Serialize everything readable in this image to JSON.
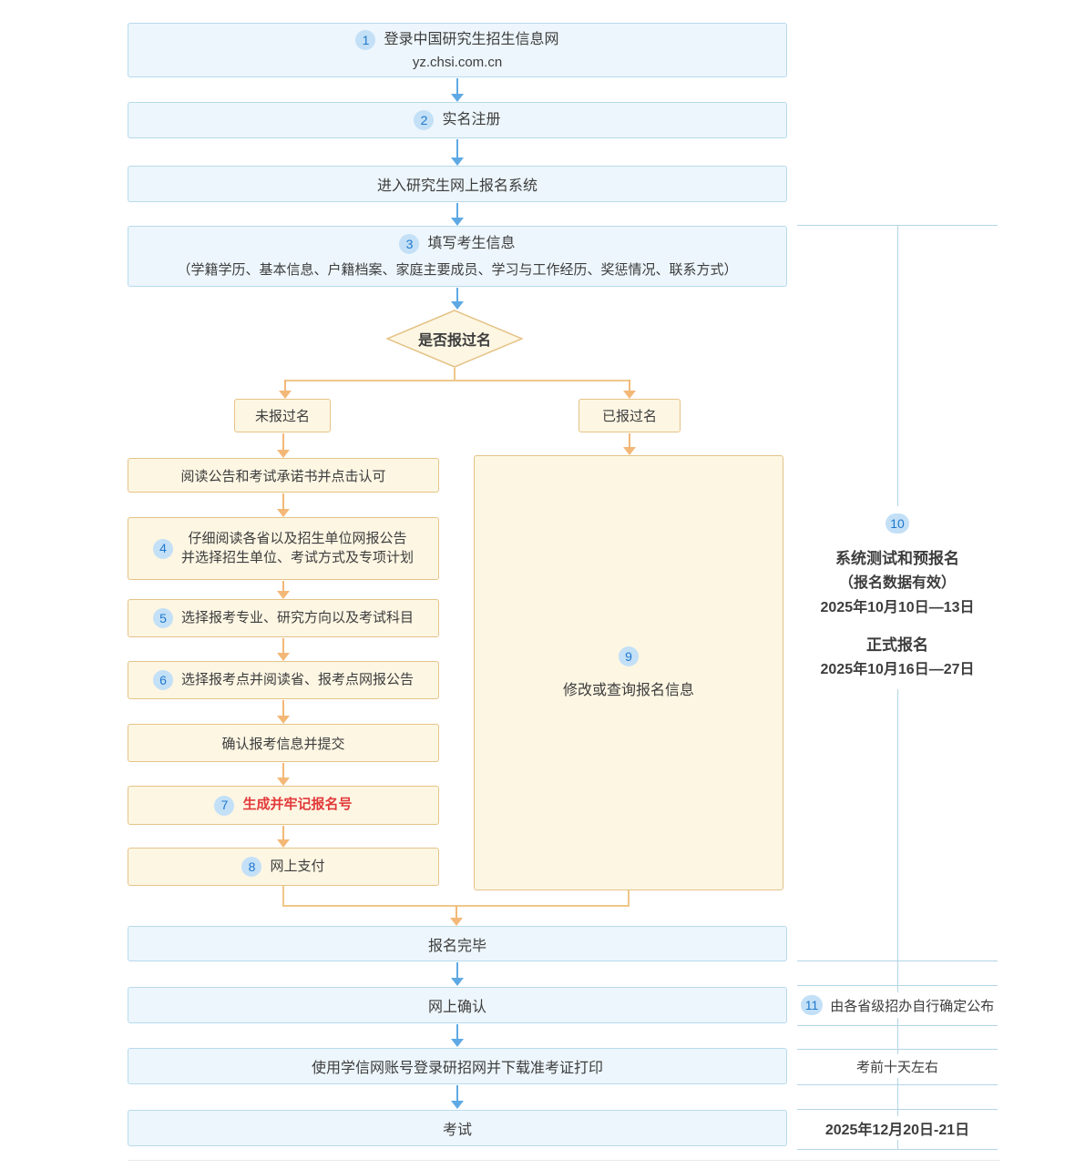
{
  "flow": {
    "step1": {
      "badge": "1",
      "title": "登录中国研究生招生信息网",
      "url": "yz.chsi.com.cn"
    },
    "step2": {
      "badge": "2",
      "label": "实名注册"
    },
    "enter": {
      "label": "进入研究生网上报名系统"
    },
    "step3": {
      "badge": "3",
      "title": "填写考生信息",
      "detail": "（学籍学历、基本信息、户籍档案、家庭主要成员、学习与工作经历、奖惩情况、联系方式）"
    },
    "decision": {
      "label": "是否报过名"
    },
    "branch_no": {
      "label": "未报过名"
    },
    "branch_yes": {
      "label": "已报过名"
    },
    "left_steps": [
      {
        "label": "阅读公告和考试承诺书并点击认可"
      },
      {
        "badge": "4",
        "line1": "仔细阅读各省以及招生单位网报公告",
        "line2": "并选择招生单位、考试方式及专项计划"
      },
      {
        "badge": "5",
        "label": "选择报考专业、研究方向以及考试科目"
      },
      {
        "badge": "6",
        "label": "选择报考点并阅读省、报考点网报公告"
      },
      {
        "label": "确认报考信息并提交"
      },
      {
        "badge": "7",
        "label": "生成并牢记报名号"
      },
      {
        "badge": "8",
        "label": "网上支付"
      }
    ],
    "step9": {
      "badge": "9",
      "label": "修改或查询报名信息"
    },
    "finish": {
      "label": "报名完毕"
    },
    "confirm": {
      "label": "网上确认"
    },
    "admission": {
      "label": "使用学信网账号登录研招网并下载准考证打印"
    },
    "exam": {
      "label": "考试"
    }
  },
  "sidebar": {
    "note10": {
      "badge": "10",
      "title1": "系统测试和预报名",
      "sub1": "（报名数据有效）",
      "date1": "2025年10月10日—13日",
      "title2": "正式报名",
      "date2": "2025年10月16日—27日"
    },
    "note11": {
      "badge": "11",
      "label": "由各省级招办自行确定公布"
    },
    "note_admission": {
      "label": "考前十天左右"
    },
    "note_exam_date": {
      "label": "2025年12月20日-21日"
    }
  },
  "colors": {
    "accent_blue": "#5ea9e4",
    "accent_orange": "#f3b877",
    "highlight_red": "#e23a3a",
    "box_blue_fill": "#edf6fc",
    "box_blue_border": "#b7daed",
    "box_tan_fill": "#fdf6e3",
    "box_tan_border": "#e5c387",
    "badge_bg": "#c3e0f7",
    "badge_fg": "#1f78cc"
  }
}
